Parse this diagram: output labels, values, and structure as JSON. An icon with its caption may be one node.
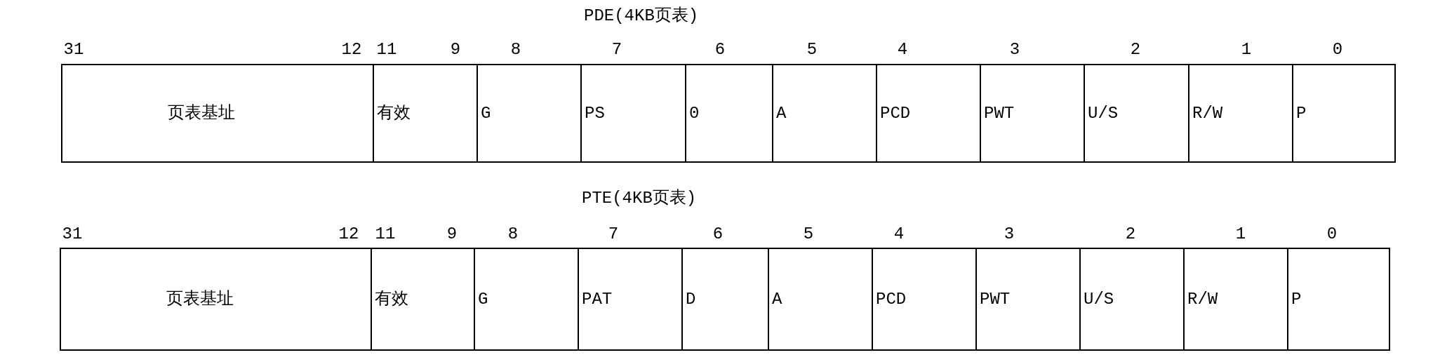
{
  "diagram": {
    "nodes": [
      {
        "text": [
          "PDE(4KB页表)"
        ]
      },
      {
        "text": [
          "页表基址"
        ],
        "in": 0,
        "beside": [
          "31",
          "12"
        ]
      },
      {
        "text": [
          "有效"
        ],
        "in": 0,
        "beside": [
          "11",
          "9"
        ]
      },
      {
        "text": [
          "G"
        ],
        "in": 0,
        "beside": [
          "8"
        ]
      },
      {
        "text": [
          "PS"
        ],
        "in": 0,
        "beside": [
          "7"
        ]
      },
      {
        "text": [
          "0"
        ],
        "in": 0,
        "beside": [
          "6"
        ]
      },
      {
        "text": [
          "A"
        ],
        "in": 0,
        "beside": [
          "5"
        ]
      },
      {
        "text": [
          "PCD"
        ],
        "in": 0,
        "beside": [
          "4"
        ]
      },
      {
        "text": [
          "PWT"
        ],
        "in": 0,
        "beside": [
          "3"
        ]
      },
      {
        "text": [
          "U/S"
        ],
        "in": 0,
        "beside": [
          "2"
        ]
      },
      {
        "text": [
          "R/W"
        ],
        "in": 0,
        "beside": [
          "1"
        ]
      },
      {
        "text": [
          "P"
        ],
        "in": 0,
        "beside": [
          "0"
        ]
      },
      {
        "text": [
          "PTE(4KB页表)"
        ]
      },
      {
        "text": [
          "页表基址"
        ],
        "in": 12,
        "beside": [
          "31",
          "12"
        ]
      },
      {
        "text": [
          "有效"
        ],
        "in": 12,
        "beside": [
          "11",
          "9"
        ]
      },
      {
        "text": [
          "G"
        ],
        "in": 12,
        "beside": [
          "8"
        ]
      },
      {
        "text": [
          "PAT"
        ],
        "in": 12,
        "beside": [
          "7"
        ]
      },
      {
        "text": [
          "D"
        ],
        "in": 12,
        "beside": [
          "6"
        ]
      },
      {
        "text": [
          "A"
        ],
        "in": 12,
        "beside": [
          "5"
        ]
      },
      {
        "text": [
          "PCD"
        ],
        "in": 12,
        "beside": [
          "4"
        ]
      },
      {
        "text": [
          "PWT"
        ],
        "in": 12,
        "beside": [
          "3"
        ]
      },
      {
        "text": [
          "U/S"
        ],
        "in": 12,
        "beside": [
          "2"
        ]
      },
      {
        "text": [
          "R/W"
        ],
        "in": 12,
        "beside": [
          "1"
        ]
      },
      {
        "text": [
          "P"
        ],
        "in": 12,
        "beside": [
          "0"
        ]
      }
    ]
  }
}
